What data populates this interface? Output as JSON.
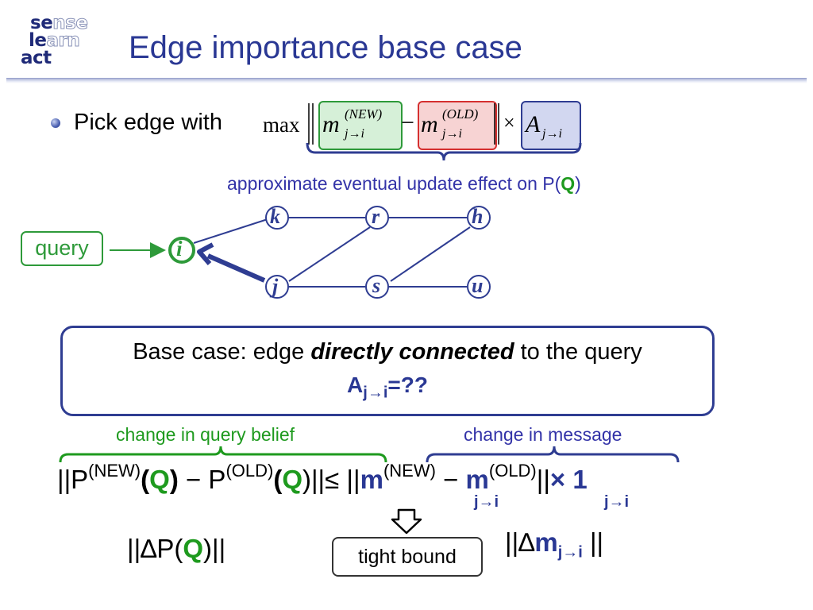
{
  "logo": {
    "line1a": "se",
    "line1b": "nse",
    "line2a": "le",
    "line2b": "arn",
    "line3a": "act"
  },
  "title": "Edge importance base case",
  "bullet": {
    "lead": "Pick edge with",
    "max": "max",
    "m": "m",
    "new_sup": "(NEW)",
    "old_sup": "(OLD)",
    "sub_ji": "j→i",
    "minus": "−",
    "times": "×",
    "A": "A"
  },
  "approx": {
    "text": "approximate eventual update effect on P(",
    "q": "Q",
    "close": ")"
  },
  "graph": {
    "query_label": "query",
    "nodes": {
      "i": "i",
      "k": "k",
      "j": "j",
      "r": "r",
      "s": "s",
      "h": "h",
      "u": "u"
    },
    "colors": {
      "node_outline": "#2f3d92",
      "query_green": "#2e9a3a"
    }
  },
  "basecase": {
    "pre": "Base case: edge ",
    "emph": "directly connected",
    "post": " to the query",
    "A": "A",
    "sub": "j→i",
    "eq": "=??"
  },
  "labels": {
    "green": "change in query belief",
    "blue": "change in message"
  },
  "inequality": {
    "open": "||P",
    "new_sup": "(NEW)",
    "lparen": "(",
    "q": "Q",
    "rparen": ")",
    "minus": " − P",
    "old_sup": "(OLD)",
    "close": ")||",
    "leq": "≤",
    "bars": " ||",
    "m": "m",
    "sub": "j→i",
    "minus2": " − ",
    "end": "||",
    "times": "× ",
    "one": "1"
  },
  "deltaP": {
    "pre": "||∆P(",
    "q": "Q",
    "post": ")||"
  },
  "deltaM": {
    "pre": "||∆",
    "m": "m",
    "sub": "j→i",
    "post": " ||"
  },
  "tight_bound": "tight bound"
}
